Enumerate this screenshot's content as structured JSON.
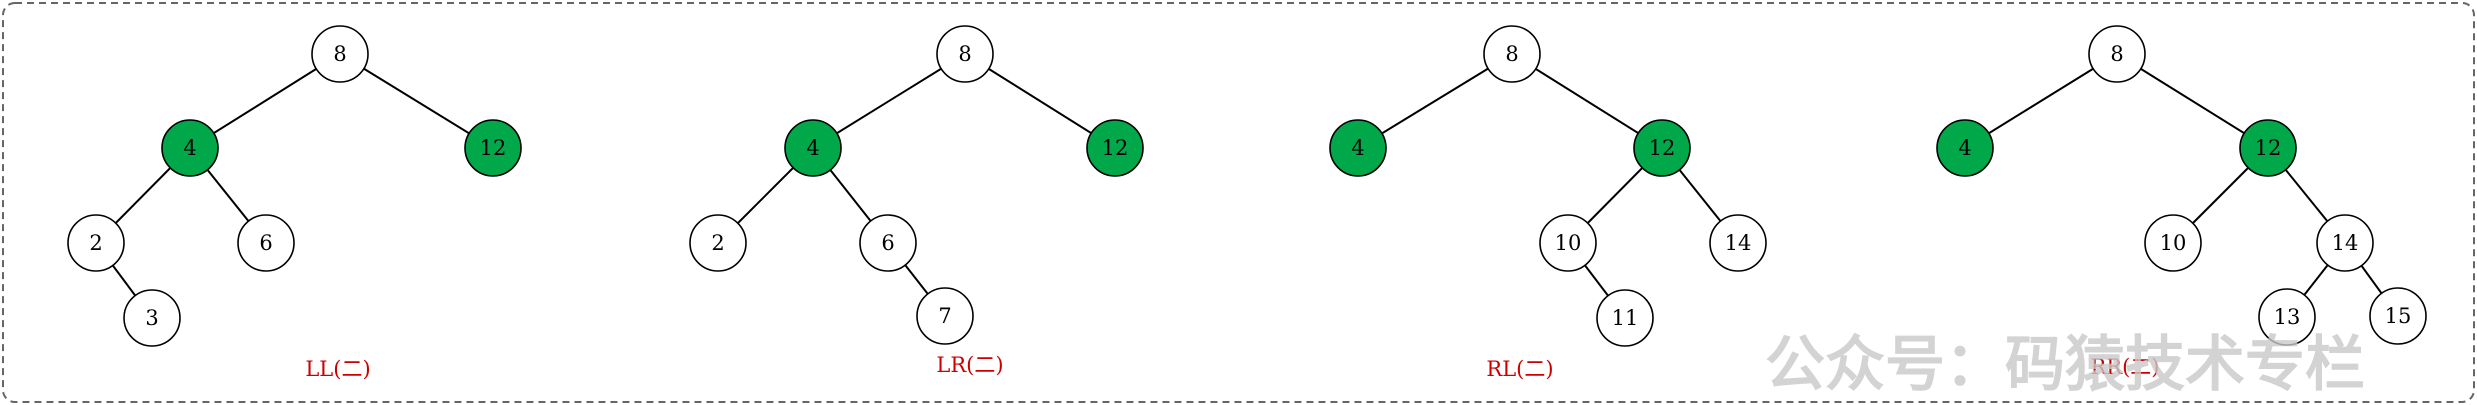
{
  "colors": {
    "highlight": "#00a84a",
    "caption": "#cc0000"
  },
  "watermark": "公众号：码猿技术专栏",
  "trees": [
    {
      "caption": "LL(二)",
      "nodes": [
        {
          "id": "n8",
          "label": "8",
          "highlight": false
        },
        {
          "id": "n4",
          "label": "4",
          "highlight": true
        },
        {
          "id": "n12",
          "label": "12",
          "highlight": true
        },
        {
          "id": "n2",
          "label": "2",
          "highlight": false
        },
        {
          "id": "n6",
          "label": "6",
          "highlight": false
        },
        {
          "id": "n3",
          "label": "3",
          "highlight": false
        }
      ],
      "edges": [
        [
          "n8",
          "n4"
        ],
        [
          "n8",
          "n12"
        ],
        [
          "n4",
          "n2"
        ],
        [
          "n4",
          "n6"
        ],
        [
          "n2",
          "n3"
        ]
      ]
    },
    {
      "caption": "LR(二)",
      "nodes": [
        {
          "id": "n8",
          "label": "8",
          "highlight": false
        },
        {
          "id": "n4",
          "label": "4",
          "highlight": true
        },
        {
          "id": "n12",
          "label": "12",
          "highlight": true
        },
        {
          "id": "n2",
          "label": "2",
          "highlight": false
        },
        {
          "id": "n6",
          "label": "6",
          "highlight": false
        },
        {
          "id": "n7",
          "label": "7",
          "highlight": false
        }
      ],
      "edges": [
        [
          "n8",
          "n4"
        ],
        [
          "n8",
          "n12"
        ],
        [
          "n4",
          "n2"
        ],
        [
          "n4",
          "n6"
        ],
        [
          "n6",
          "n7"
        ]
      ]
    },
    {
      "caption": "RL(二)",
      "nodes": [
        {
          "id": "n8",
          "label": "8",
          "highlight": false
        },
        {
          "id": "n4",
          "label": "4",
          "highlight": true
        },
        {
          "id": "n12",
          "label": "12",
          "highlight": true
        },
        {
          "id": "n10",
          "label": "10",
          "highlight": false
        },
        {
          "id": "n14",
          "label": "14",
          "highlight": false
        },
        {
          "id": "n11",
          "label": "11",
          "highlight": false
        }
      ],
      "edges": [
        [
          "n8",
          "n4"
        ],
        [
          "n8",
          "n12"
        ],
        [
          "n12",
          "n10"
        ],
        [
          "n12",
          "n14"
        ],
        [
          "n10",
          "n11"
        ]
      ]
    },
    {
      "caption": "RR(二)",
      "nodes": [
        {
          "id": "n8",
          "label": "8",
          "highlight": false
        },
        {
          "id": "n4",
          "label": "4",
          "highlight": true
        },
        {
          "id": "n12",
          "label": "12",
          "highlight": true
        },
        {
          "id": "n10",
          "label": "10",
          "highlight": false
        },
        {
          "id": "n14",
          "label": "14",
          "highlight": false
        },
        {
          "id": "n13",
          "label": "13",
          "highlight": false
        },
        {
          "id": "n15",
          "label": "15",
          "highlight": false
        }
      ],
      "edges": [
        [
          "n8",
          "n4"
        ],
        [
          "n8",
          "n12"
        ],
        [
          "n12",
          "n10"
        ],
        [
          "n12",
          "n14"
        ],
        [
          "n14",
          "n13"
        ],
        [
          "n14",
          "n15"
        ]
      ]
    }
  ]
}
